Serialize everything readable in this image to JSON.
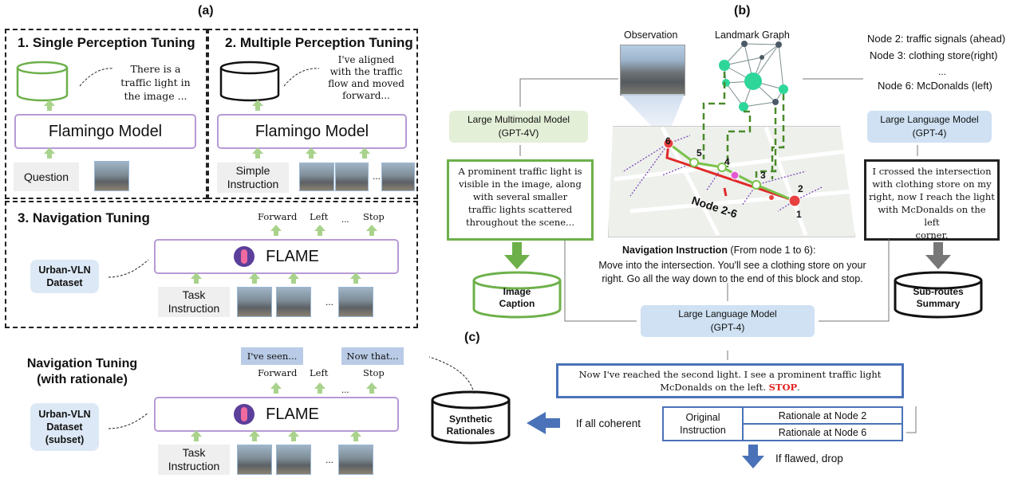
{
  "panel_a": {
    "label": "(a)",
    "single": {
      "title": "1. Single Perception Tuning",
      "cylinder": "Image\nCaption",
      "output": "There is a\ntraffic light in\nthe image ...",
      "model": "Flamingo Model",
      "question": "Question"
    },
    "multiple": {
      "title": "2. Multiple Perception Tuning",
      "cylinder": "Sub-routes\nsummary",
      "output": "I've aligned\nwith the traffic\nflow and moved\nforward...",
      "model": "Flamingo Model",
      "instruction": "Simple\nInstruction",
      "ellipsis": "..."
    },
    "navigation": {
      "title": "3. Navigation Tuning",
      "dataset": "Urban-VLN\nDataset",
      "model": "FLAME",
      "task": "Task\nInstruction",
      "outputs": [
        "Forward",
        "Left",
        "...",
        "Stop"
      ],
      "ellipsis": "..."
    },
    "rationale": {
      "title": "Navigation Tuning\n(with rationale)",
      "dataset": "Urban-VLN\nDataset\n(subset)",
      "model": "FLAME",
      "task": "Task\nInstruction",
      "tags": [
        "I've seen...",
        "Now that..."
      ],
      "outputs": [
        "Forward",
        "Left",
        "...",
        "Stop"
      ],
      "ellipsis": "..."
    }
  },
  "panel_b": {
    "label": "(b)",
    "observation": "Observation",
    "landmark_graph": "Landmark Graph",
    "nodes_text": [
      "Node 2: traffic signals (ahead)",
      "Node 3: clothing store(right)",
      "...",
      "Node 6: McDonalds (left)"
    ],
    "lmm": "Large Multimodal Model\n(GPT-4V)",
    "llm_right": "Large Language Model\n(GPT-4)",
    "lmm_output": "A prominent traffic light is\nvisible in the image, along\nwith several smaller\ntraffic lights scattered\nthroughout the scene...",
    "llm_output": "I crossed the intersection\nwith clothing store on my\nright, now I reach the light\nwith McDonalds on the left\ncorner.",
    "image_caption": "Image\nCaption",
    "subroutes_summary": "Sub-routes\nSummary",
    "map_nodes": [
      "1",
      "2",
      "3",
      "4",
      "5",
      "6"
    ],
    "node_range": "Node 2-6",
    "nav_instruction_title": "Navigation Instruction",
    "nav_instruction_range": " (From node 1 to 6):",
    "nav_instruction_text": "Move into the intersection. You'll see a clothing store on your\nright. Go all the way down to the end of this block and stop.",
    "llm_center": "Large Language Model\n(GPT-4)"
  },
  "panel_c": {
    "label": "(c)",
    "output_text": "Now I've reached the second light. I see a prominent traffic light\nMcDonalds on the left.",
    "stop": "STOP",
    "stop_period": ".",
    "original_instruction": "Original\nInstruction",
    "rationale_2": "Rationale at Node 2",
    "rationale_6": "Rationale at Node 6",
    "if_coherent": "If all coherent",
    "if_flawed": "If flawed, drop",
    "synthetic": "Synthetic\nRationales"
  },
  "colors": {
    "green": "#6db04a",
    "purple": "#b79ad6",
    "blue": "#4a72b8",
    "pale_blue": "#dce8f5",
    "stop_red": "#e02020",
    "route_red": "#e02a2a"
  }
}
